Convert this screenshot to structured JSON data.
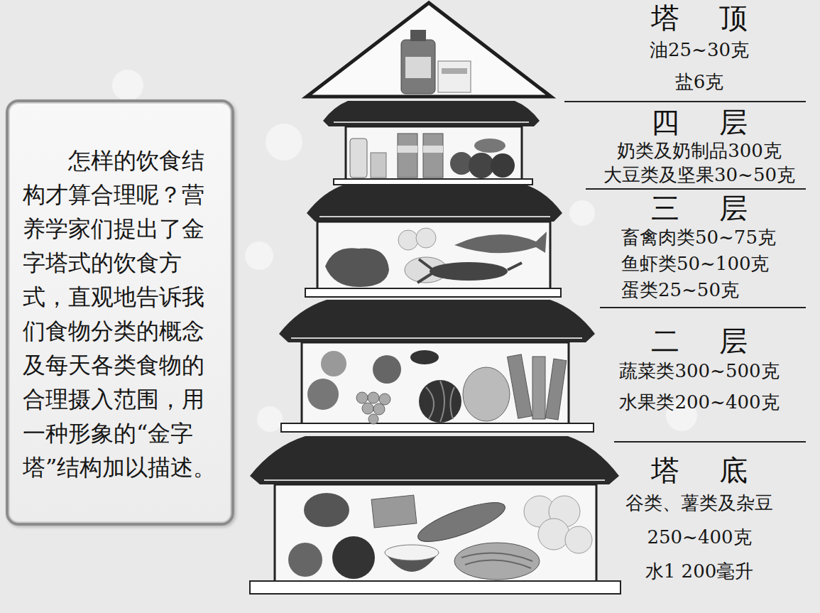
{
  "diagram": {
    "nodes": [
      {
        "text": [
          "怎样的饮食结构才算合理呢？营养学家们提出了金字塔式的饮食方式，直观地告诉我们食物分类的概念及每天各类食物的合理摄入范围，用一种形象的“金字塔”结构加以描述。"
        ]
      },
      {
        "text": [
          "塔 顶",
          "油25~30克",
          "盐6克"
        ]
      },
      {
        "text": [
          "四 层",
          "奶类及奶制品300克",
          "大豆类及坚果30~50克"
        ]
      },
      {
        "text": [
          "三 层",
          "畜禽肉类50~75克",
          "鱼虾类50~100克",
          "蛋类25~50克"
        ]
      },
      {
        "text": [
          "二 层",
          "蔬菜类300~500克",
          "水果类200~400克"
        ]
      },
      {
        "text": [
          "塔 底",
          "谷类、薯类及杂豆 250~400克",
          "水1 200毫升"
        ]
      }
    ]
  }
}
